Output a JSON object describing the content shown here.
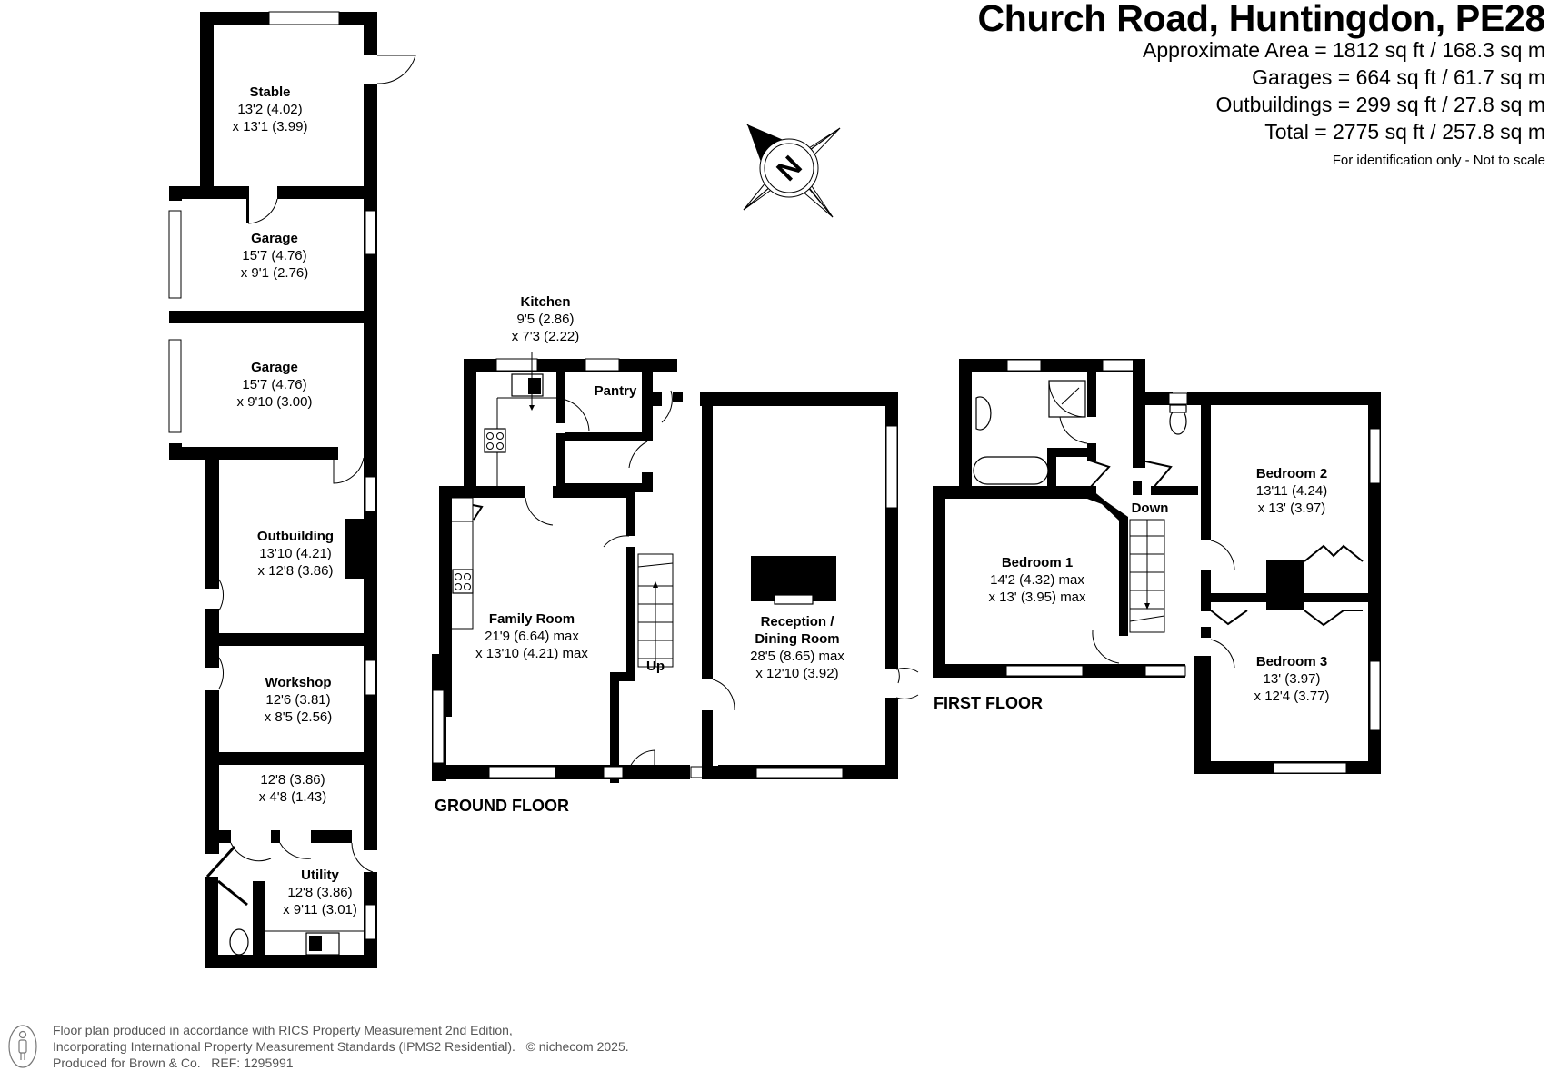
{
  "header": {
    "title": "Church Road, Huntingdon, PE28",
    "areas": [
      "Approximate Area = 1812 sq ft / 168.3 sq m",
      "Garages = 664 sq ft / 61.7 sq m",
      "Outbuildings = 299 sq ft / 27.8 sq m",
      "Total = 2775 sq ft / 257.8 sq m"
    ],
    "note": "For identification only - Not to scale"
  },
  "compass": {
    "icon": "north-compass-icon",
    "letter": "N"
  },
  "floors": {
    "ground": "GROUND FLOOR",
    "first": "FIRST FLOOR"
  },
  "rooms": {
    "stable": {
      "name": "Stable",
      "dim1": "13'2 (4.02)",
      "dim2": "x 13'1 (3.99)"
    },
    "garage1": {
      "name": "Garage",
      "dim1": "15'7 (4.76)",
      "dim2": "x 9'1 (2.76)"
    },
    "garage2": {
      "name": "Garage",
      "dim1": "15'7 (4.76)",
      "dim2": "x 9'10 (3.00)"
    },
    "outbuilding": {
      "name": "Outbuilding",
      "dim1": "13'10 (4.21)",
      "dim2": "x 12'8 (3.86)"
    },
    "workshop": {
      "name": "Workshop",
      "dim1": "12'6 (3.81)",
      "dim2": "x 8'5 (2.56)"
    },
    "store": {
      "dim1": "12'8 (3.86)",
      "dim2": "x 4'8 (1.43)"
    },
    "utility": {
      "name": "Utility",
      "dim1": "12'8 (3.86)",
      "dim2": "x 9'11 (3.01)"
    },
    "kitchen": {
      "name": "Kitchen",
      "dim1": "9'5 (2.86)",
      "dim2": "x 7'3 (2.22)"
    },
    "pantry": {
      "name": "Pantry"
    },
    "family": {
      "name": "Family Room",
      "dim1": "21'9 (6.64) max",
      "dim2": "x 13'10 (4.21) max"
    },
    "reception": {
      "name1": "Reception /",
      "name2": "Dining Room",
      "dim1": "28'5 (8.65) max",
      "dim2": "x 12'10 (3.92)"
    },
    "bedroom1": {
      "name": "Bedroom 1",
      "dim1": "14'2 (4.32) max",
      "dim2": "x 13' (3.95) max"
    },
    "bedroom2": {
      "name": "Bedroom 2",
      "dim1": "13'11 (4.24)",
      "dim2": "x 13' (3.97)"
    },
    "bedroom3": {
      "name": "Bedroom 3",
      "dim1": "13' (3.97)",
      "dim2": "x 12'4 (3.77)"
    }
  },
  "stairs": {
    "up": "Up",
    "down": "Down"
  },
  "footer": {
    "lines": [
      "Floor plan produced in accordance with RICS Property Measurement 2nd Edition,",
      "Incorporating International Property Measurement Standards (IPMS2 Residential).   © nichecom 2025.",
      "Produced for Brown & Co.   REF: 1295991"
    ]
  }
}
